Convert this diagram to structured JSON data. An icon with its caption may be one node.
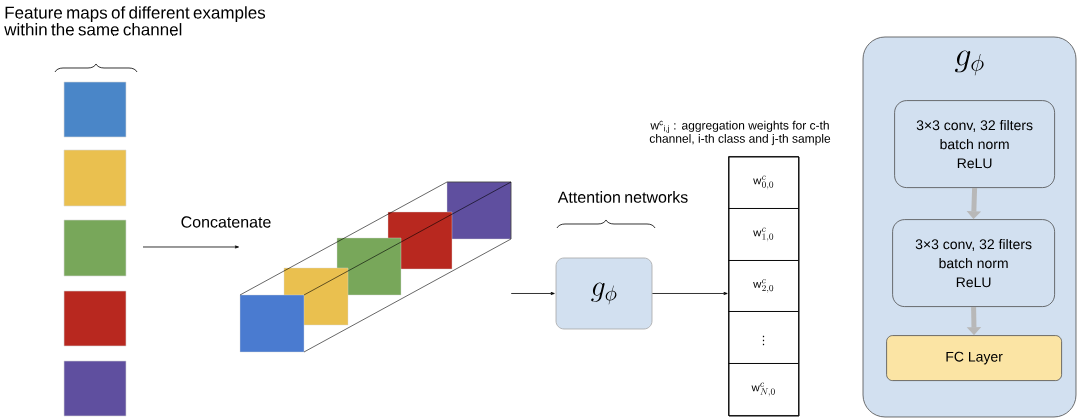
{
  "diagram": {
    "nodes": [
      {
        "text": [],
        "shape": "box"
      },
      {
        "text": [],
        "shape": "box"
      },
      {
        "text": [],
        "shape": "box"
      },
      {
        "text": [],
        "shape": "box"
      },
      {
        "text": [],
        "shape": "box"
      },
      {
        "text": [],
        "shape": "picture"
      },
      {
        "text": [
          "g_{\\phi}"
        ],
        "beside": [
          "Attention networks"
        ]
      },
      {
        "text": [],
        "shape": "box",
        "beside": [
          "w$^{c}$$_{i,j}$ : aggregation weights for c-th channel, i-th class and j-th sample"
        ]
      },
      {
        "text": [
          "\\mathsf{w}^{c}_{0,0}"
        ],
        "in": 7
      },
      {
        "text": [
          "\\mathsf{w}^{c}_{1,0}"
        ],
        "in": 7
      },
      {
        "text": [
          "\\mathsf{w}^{c}_{2,0}"
        ],
        "in": 7
      },
      {
        "text": [
          "\\vdots"
        ],
        "in": 7
      },
      {
        "text": [
          "\\mathsf{w}^{c}_{N,0}"
        ],
        "in": 7
      },
      {
        "text": [
          "g_{\\phi}"
        ]
      },
      {
        "text": [
          "3×3 conv, 32 filters",
          "batch norm",
          "ReLU"
        ],
        "in": 13
      },
      {
        "text": [
          "3×3 conv, 32 filters",
          "batch norm",
          "ReLU"
        ],
        "in": 13
      },
      {
        "text": [
          "FC Layer"
        ],
        "in": 13
      }
    ],
    "edges": [
      {
        "from": null,
        "to": 5,
        "arrow": "to",
        "label": "Concatenate"
      },
      {
        "from": 5,
        "to": 6,
        "arrow": "to"
      },
      {
        "from": 6,
        "to": 7,
        "arrow": "to"
      },
      {
        "from": 14,
        "to": 15,
        "arrow": "to",
        "style": "thick",
        "color": "#b8b8b8"
      },
      {
        "from": 15,
        "to": 16,
        "arrow": "to",
        "style": "thick",
        "color": "#b8b8b8"
      }
    ],
    "labels": [
      "Feature maps of different examples within the same channel"
    ]
  }
}
